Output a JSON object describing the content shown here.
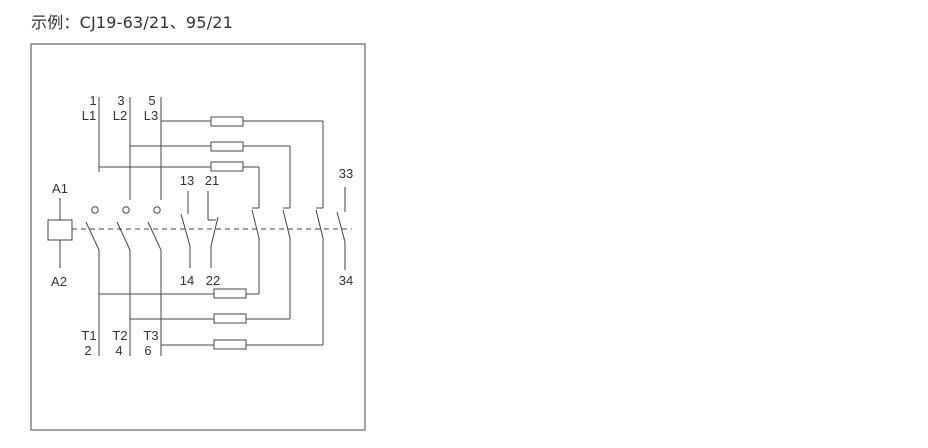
{
  "caption": "示例：CJ19-63/21、95/21",
  "terminals": {
    "t1": "1",
    "t3": "3",
    "t5": "5",
    "l1": "L1",
    "l2": "L2",
    "l3": "L3",
    "t2": "2",
    "t4": "4",
    "t6": "6",
    "tt1": "T1",
    "tt2": "T2",
    "tt3": "T3",
    "a1": "A1",
    "a2": "A2",
    "n13": "13",
    "n21": "21",
    "n14": "14",
    "n22": "22",
    "n33": "33",
    "n34": "34"
  }
}
